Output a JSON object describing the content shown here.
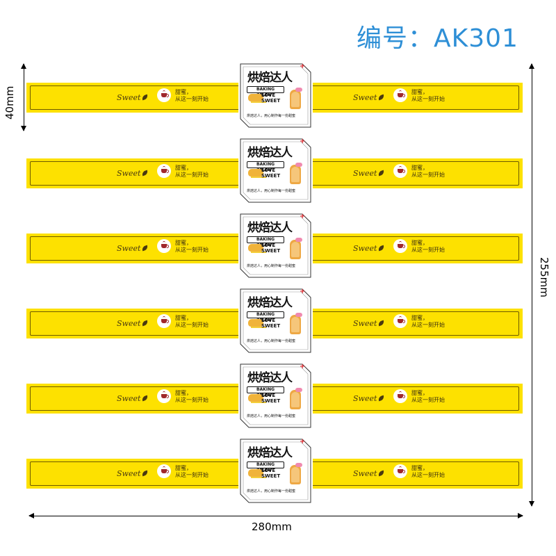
{
  "title": "编号：AK301",
  "dimensions": {
    "height_label": "40mm",
    "total_height_label": "255mm",
    "width_label": "280mm"
  },
  "strap": {
    "sweet_text": "Sweet",
    "slogan_line1": "甜蜜，",
    "slogan_line2": "从这一刻开始"
  },
  "badge": {
    "brand": "烘焙达人",
    "talent": "BAKING TALENT",
    "love": "LOVE",
    "sweet": "SWEET",
    "tagline": "烘焙达人，用心制作每一份甜蜜",
    "plus": "+"
  },
  "colors": {
    "strap_yellow": "#fde100",
    "title_blue": "#2e8fd6",
    "accent_red": "#e0242a"
  }
}
